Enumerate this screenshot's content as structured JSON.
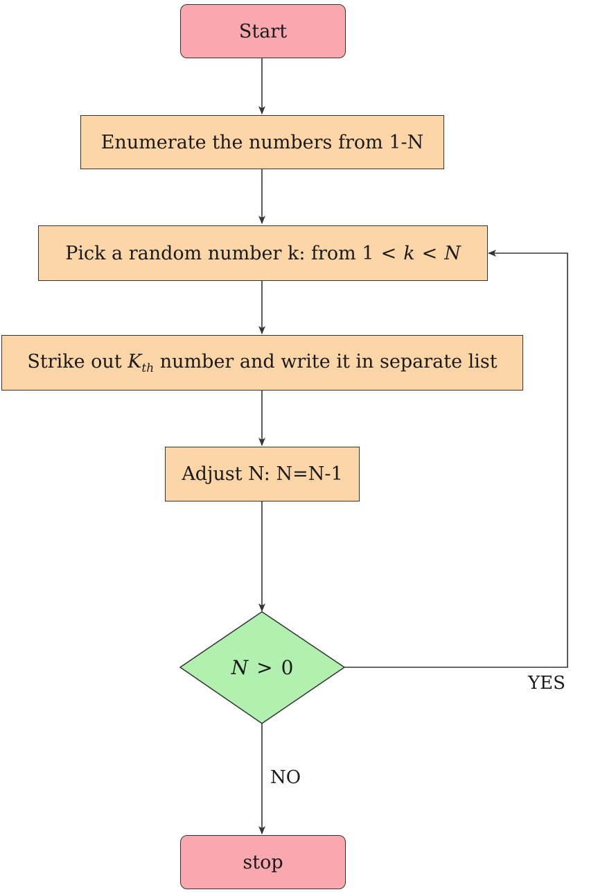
{
  "colors": {
    "terminal_fill": "#f8a8ae",
    "process_fill": "#fdd6a8",
    "decision_fill": "#b2f0b0",
    "line": "#333333"
  },
  "nodes": {
    "start": "Start",
    "enumerate": "Enumerate the numbers from 1-N",
    "pick": {
      "prefix": "Pick a random number k: from ",
      "one": "1",
      "lt1": "<",
      "k": "k",
      "lt2": "<",
      "n": "N"
    },
    "strike": {
      "prefix": "Strike out ",
      "k": "K",
      "sub": "th",
      "suffix": " number and write it in separate list"
    },
    "adjust": "Adjust N: N=N-1",
    "decision": {
      "n": "N",
      "gt": ">",
      "zero": "0"
    },
    "stop": "stop"
  },
  "edge_labels": {
    "yes": "YES",
    "no": "NO"
  }
}
